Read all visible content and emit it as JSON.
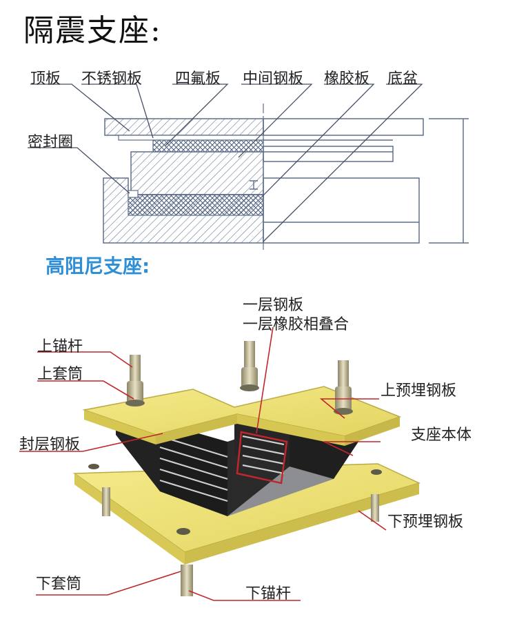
{
  "title_top": "隔震支座:",
  "title_mid": "高阻尼支座:",
  "top_labels": {
    "top_plate": "顶板",
    "stainless_plate": "不锈钢板",
    "ptfe_plate": "四氟板",
    "middle_steel_plate": "中间钢板",
    "rubber_plate": "橡胶板",
    "base_pot": "底盆",
    "seal_ring": "密封圈"
  },
  "bottom_labels": {
    "layer_line1": "一层钢板",
    "layer_line2": "一层橡胶相叠合",
    "upper_anchor": "上锚杆",
    "upper_sleeve": "上套筒",
    "upper_embedded_plate": "上预埋钢板",
    "bearing_body": "支座本体",
    "seal_steel_plate": "封层钢板",
    "lower_embedded_plate": "下预埋钢板",
    "lower_sleeve": "下套筒",
    "lower_anchor": "下锚杆"
  },
  "colors": {
    "plate_yellow": "#efe27a",
    "rubber_black": "#1c1c1c",
    "drawing_blue": "#5d6f8a",
    "leader_red": "#c0272d",
    "title_blue": "#2f8fd6"
  }
}
